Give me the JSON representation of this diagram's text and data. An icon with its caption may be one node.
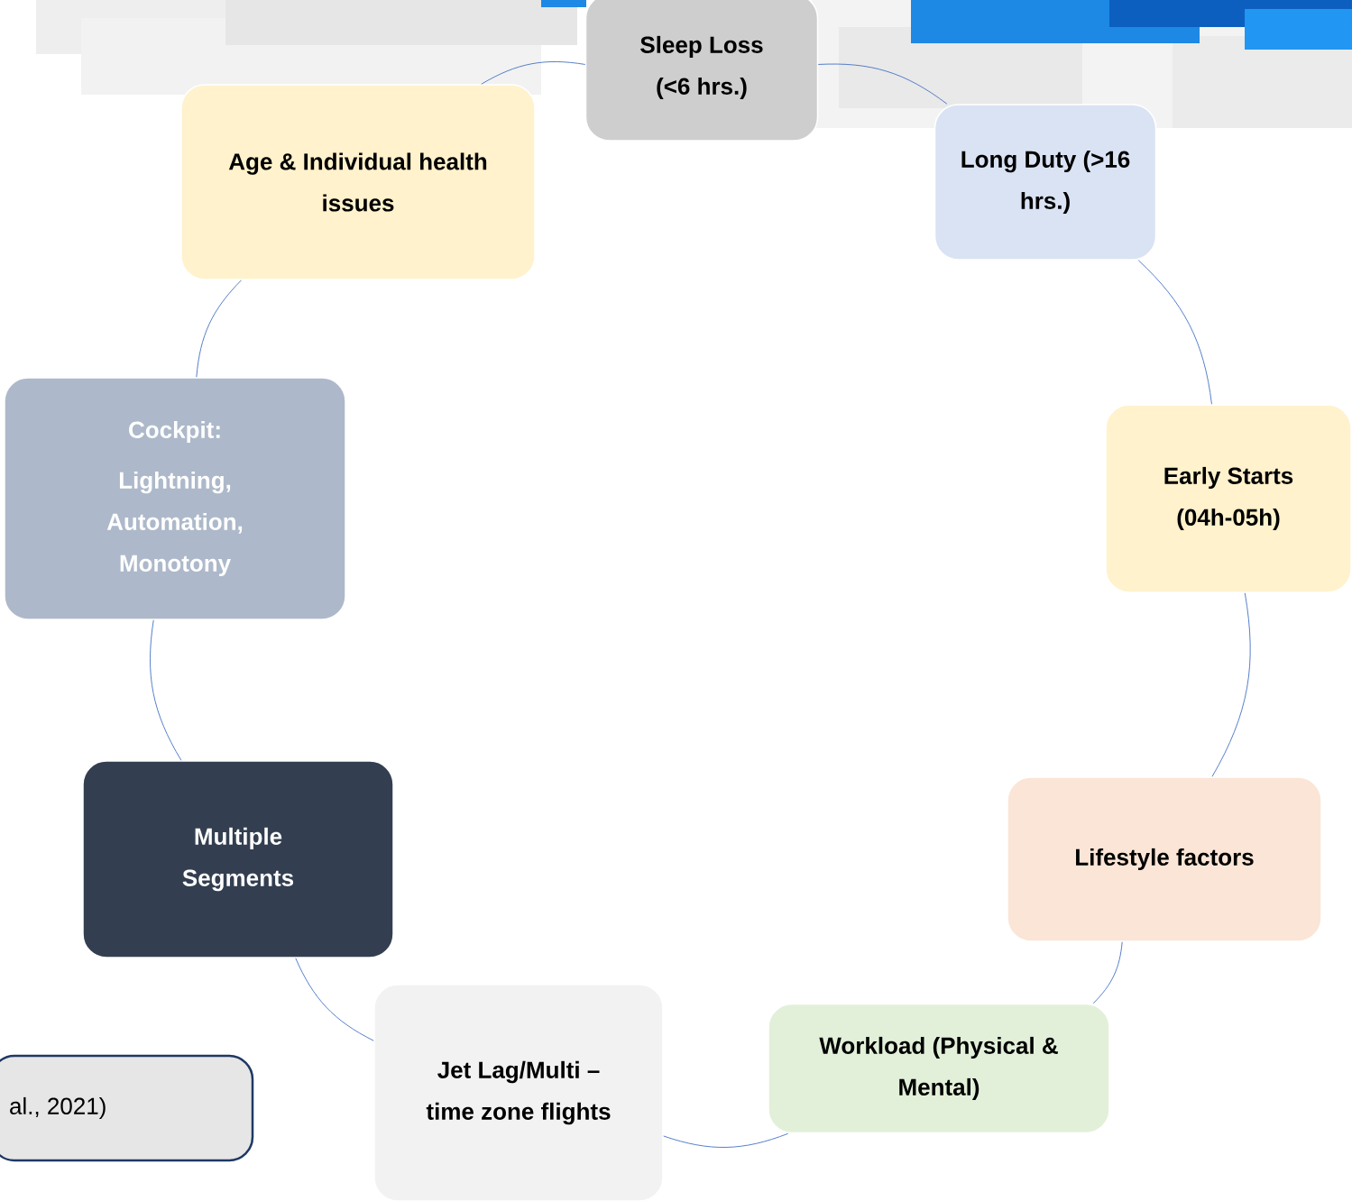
{
  "diagram": {
    "nodes": [
      {
        "text": [
          "Sleep Loss (<6 hrs.)"
        ]
      },
      {
        "text": [
          "Long Duty (>16 hrs.)"
        ]
      },
      {
        "text": [
          "Early Starts (04h-05h)"
        ]
      },
      {
        "text": [
          "Lifestyle factors"
        ]
      },
      {
        "text": [
          "Workload (Physical & Mental)"
        ]
      },
      {
        "text": [
          "Jet Lag/Multi – time zone flights"
        ]
      },
      {
        "text": [
          "Multiple Segments"
        ]
      },
      {
        "text": [
          "Cockpit:",
          "Lightning, Automation, Monotony"
        ]
      },
      {
        "text": [
          "Age & Individual health issues"
        ]
      },
      {
        "text": [
          "al., 2021)"
        ]
      }
    ],
    "edges": [
      {
        "from": 0,
        "to": 1,
        "arrow": "none"
      },
      {
        "from": 1,
        "to": 2,
        "arrow": "none"
      },
      {
        "from": 2,
        "to": 3,
        "arrow": "none"
      },
      {
        "from": 3,
        "to": 4,
        "arrow": "none"
      },
      {
        "from": 4,
        "to": 5,
        "arrow": "none"
      },
      {
        "from": 5,
        "to": 6,
        "arrow": "none"
      },
      {
        "from": 6,
        "to": 7,
        "arrow": "none"
      },
      {
        "from": 7,
        "to": 8,
        "arrow": "none"
      },
      {
        "from": 8,
        "to": 0,
        "arrow": "none"
      }
    ]
  }
}
